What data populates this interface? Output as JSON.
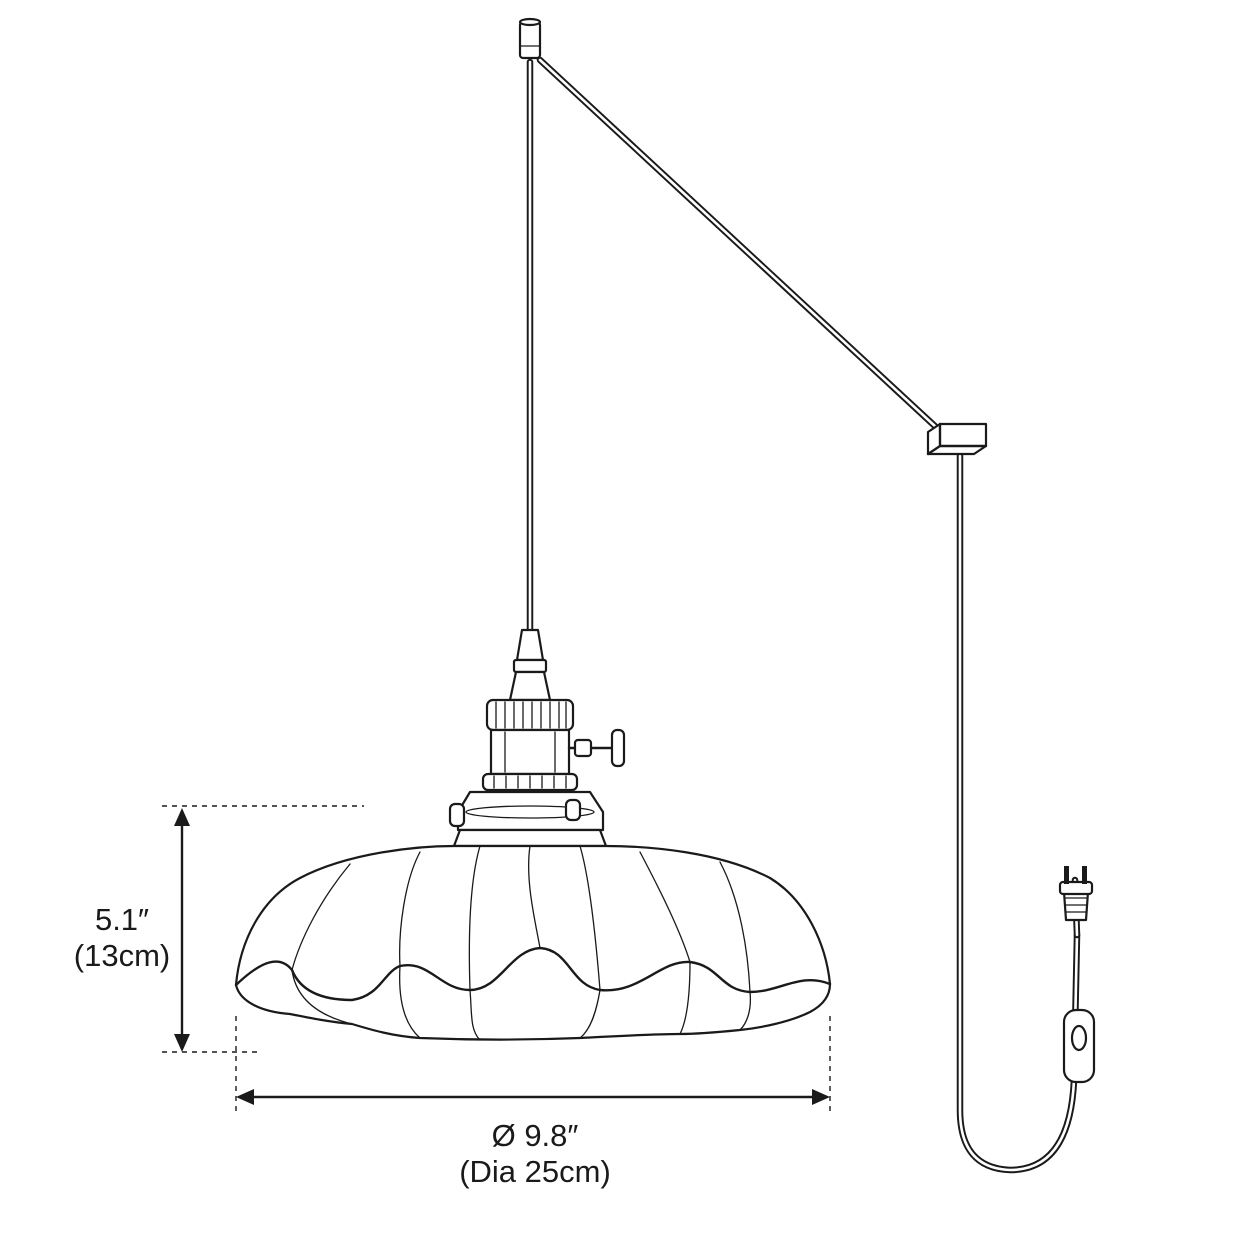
{
  "dimensions": {
    "height_imperial": "5.1″",
    "height_metric": "(13cm)",
    "diameter_imperial": "Ø 9.8″",
    "diameter_metric": "(Dia 25cm)"
  },
  "icons": {
    "ceiling_hook": "ceiling-hook-icon",
    "swag_hook": "swag-hook-icon",
    "socket": "lamp-socket-icon",
    "shade": "ruffled-glass-shade-icon",
    "inline_switch": "inline-switch-icon",
    "plug": "plug-icon"
  },
  "colors": {
    "line": "#1a1a1a",
    "background": "#ffffff"
  }
}
